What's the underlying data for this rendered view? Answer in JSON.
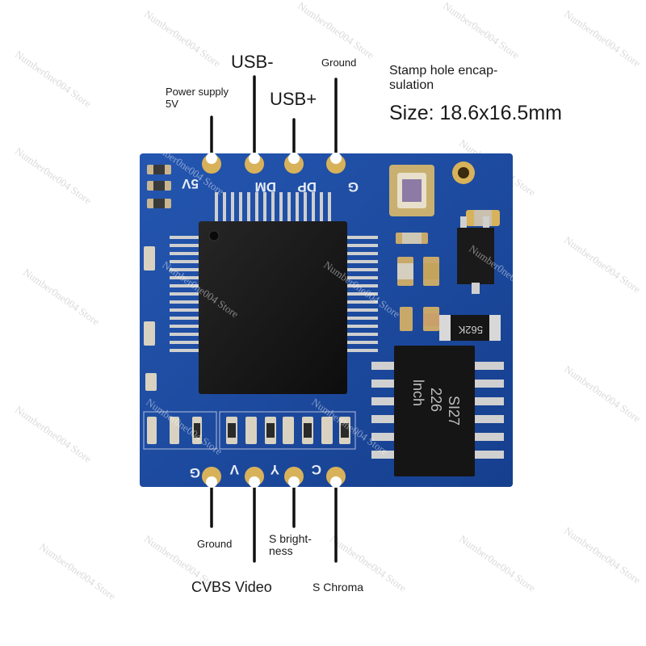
{
  "labels": {
    "power_supply": "Power supply",
    "power_voltage": "5V",
    "usb_minus": "USB-",
    "usb_plus": "USB+",
    "ground_top": "Ground",
    "stamp_line1": "Stamp hole encap-",
    "stamp_line2": "sulation",
    "size": "Size: 18.6x16.5mm",
    "ground_bottom": "Ground",
    "s_brightness_line1": "S bright-",
    "s_brightness_line2": "ness",
    "cvbs_video": "CVBS Video",
    "s_chroma": "S Chroma"
  },
  "silkscreen": {
    "top": [
      "5V",
      "DM",
      "DP",
      "G"
    ],
    "bottom": [
      "G",
      "V",
      "Y",
      "C"
    ],
    "resistor": "562K",
    "ic_line1": "lnch",
    "ic_line2": "226",
    "ic_line3": "SI27"
  },
  "watermark": "Number0ne004 Store",
  "colors": {
    "pcb": "#1d4aa0",
    "pcb_dark": "#143a85",
    "pad_gold": "#d8b25a",
    "chip": "#141414"
  }
}
